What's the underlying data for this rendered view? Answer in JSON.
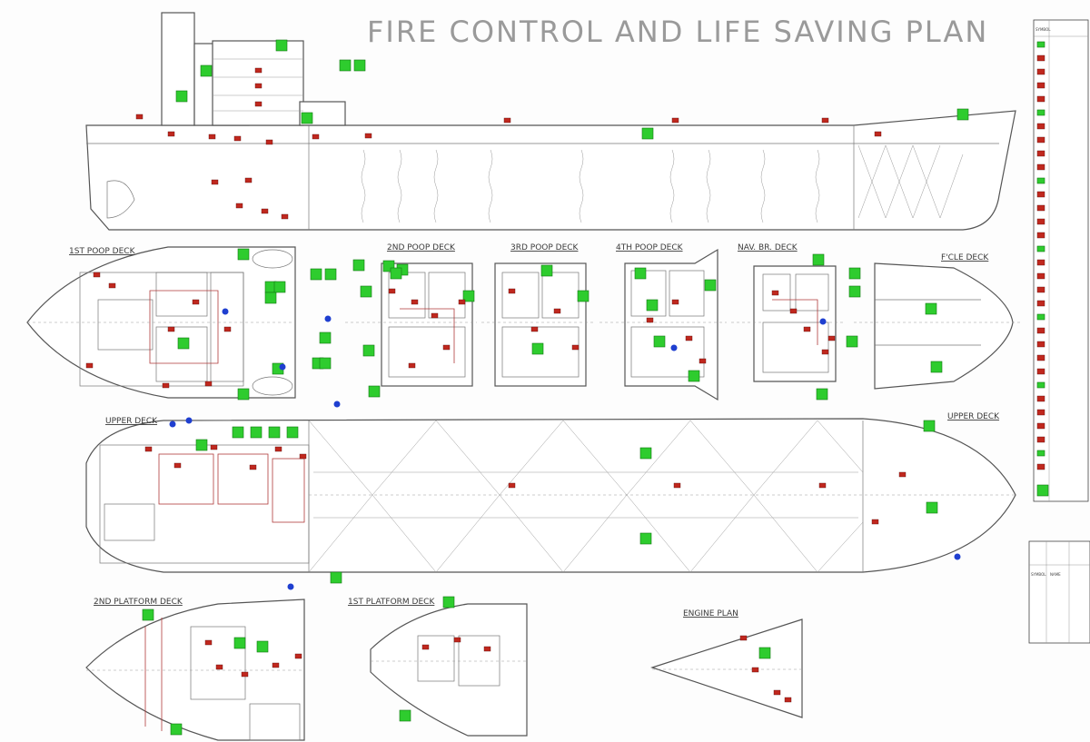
{
  "title": "FIRE CONTROL AND LIFE SAVING PLAN",
  "decks": {
    "poop1": "1ST POOP DECK",
    "poop2": "2ND POOP DECK",
    "poop3": "3RD POOP DECK",
    "poop4": "4TH POOP DECK",
    "navbr": "NAV. BR. DECK",
    "focle": "F'CLE DECK",
    "upper_left": "UPPER DECK",
    "upper_right": "UPPER DECK",
    "platform2": "2ND PLATFORM DECK",
    "platform1": "1ST PLATFORM DECK",
    "engine": "ENGINE PLAN"
  },
  "legend": {
    "header": "SYMBOL"
  },
  "legend2": {
    "col1": "SYMBOL",
    "col2": "NAME"
  },
  "colors": {
    "safety_green": "#2ecc2e",
    "fire_red": "#c0281e",
    "extinguisher_blue": "#1f3fd0",
    "line_gray": "#555555"
  }
}
